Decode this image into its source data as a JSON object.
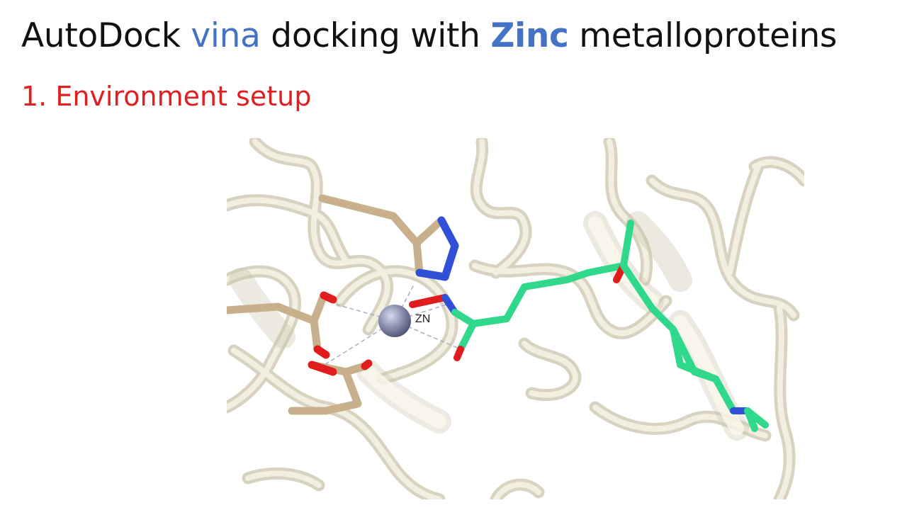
{
  "slide": {
    "title": {
      "part1": "AutoDock ",
      "word_vina": "vina",
      "part2": " docking with ",
      "word_zinc": "Zinc",
      "part3": " metalloproteins"
    },
    "subtitle": "1. Environment setup",
    "colors": {
      "title_text": "#111111",
      "highlight": "#4472c4",
      "subtitle": "#e02020",
      "ribbon": "#ede7d4",
      "residue_carbon": "#c8b08c",
      "ligand_carbon": "#2fd88a",
      "nitrogen": "#3050d8",
      "oxygen": "#e01c1c",
      "zinc": "#8a8fae"
    }
  },
  "figure": {
    "atom_label": "ZN",
    "icons": [
      "protein-ribbon",
      "histidine-sidechain",
      "carboxylate-sidechain",
      "zinc-ion",
      "hydroxamate-ligand"
    ]
  }
}
